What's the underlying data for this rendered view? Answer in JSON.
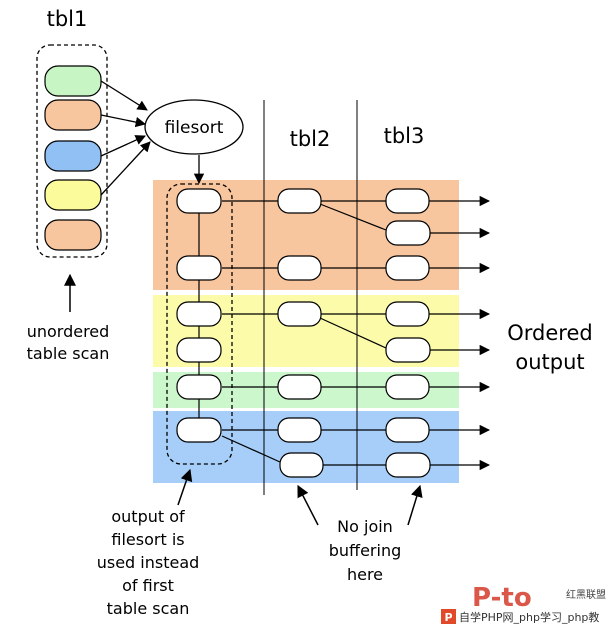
{
  "tables": {
    "t1": "tbl1",
    "t2": "tbl2",
    "t3": "tbl3"
  },
  "filesort_label": "filesort",
  "annotations": {
    "unordered": [
      "unordered",
      "table scan"
    ],
    "ordered": [
      "Ordered",
      "output"
    ],
    "filesort_output": [
      "output of",
      "filesort is",
      "used instead",
      "of first",
      "table scan"
    ],
    "no_join": [
      "No join",
      "buffering",
      "here"
    ]
  },
  "watermark": {
    "text": "自学PHP网_php学习_php教",
    "brand": "红黑联盟"
  },
  "colors": {
    "group_orange": "#F8C69E",
    "group_yellow": "#FBFBA9",
    "group_green": "#CCF7CC",
    "group_blue": "#A6CEF8",
    "pill_green": "#C8F5C4",
    "pill_orange": "#F8C69E",
    "pill_blue": "#90C0F4",
    "pill_yellow": "#FBFB9B"
  }
}
